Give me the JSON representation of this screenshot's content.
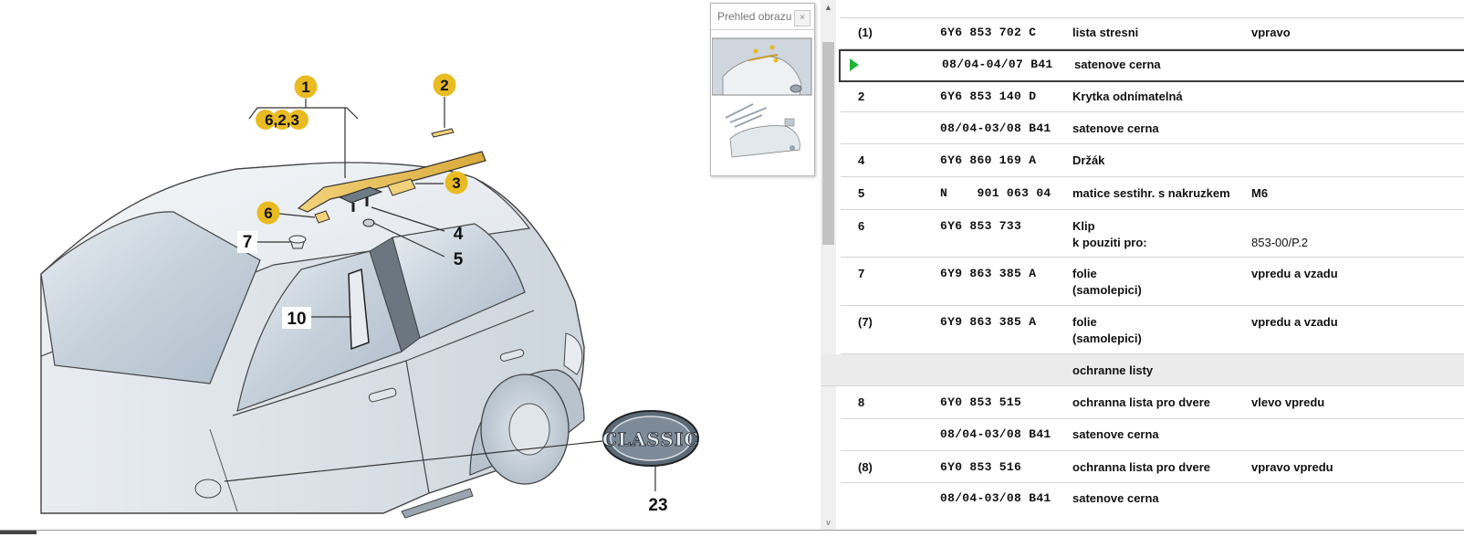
{
  "overview": {
    "title": "Prehled obrazu",
    "close_label": "×"
  },
  "scrollbar": {
    "up_arrow": "▲",
    "down_arrow": "v"
  },
  "diagram": {
    "callouts": [
      "1",
      "2",
      "3",
      "4",
      "5",
      "6",
      "7",
      "10",
      "23"
    ],
    "group_label": "6,2,3",
    "badge_text": "CLASSIC"
  },
  "parts": [
    {
      "pos": "(1)",
      "pn": "6Y6 853 702 C",
      "desc": "lista stresni",
      "desc2": "",
      "note": "vpravo",
      "note2": "",
      "kind": "item"
    },
    {
      "pos": "",
      "pn": "08/04-04/07 B41",
      "desc": "satenove cerna",
      "desc2": "",
      "note": "",
      "note2": "",
      "kind": "selected"
    },
    {
      "pos": "2",
      "pn": "6Y6 853 140 D",
      "desc": "Krytka odnímatelná",
      "desc2": "",
      "note": "",
      "note2": "",
      "kind": "item"
    },
    {
      "pos": "",
      "pn": "08/04-03/08 B41",
      "desc": "satenove cerna",
      "desc2": "",
      "note": "",
      "note2": "",
      "kind": "item"
    },
    {
      "pos": "4",
      "pn": "6Y6 860 169 A",
      "desc": "Držák",
      "desc2": "",
      "note": "",
      "note2": "",
      "kind": "item"
    },
    {
      "pos": "5",
      "pn": "N    901 063 04",
      "desc": "matice sestihr. s nakruzkem",
      "desc2": "",
      "note": "M6",
      "note2": "",
      "kind": "item"
    },
    {
      "pos": "6",
      "pn": "6Y6 853 733",
      "desc": "Klip",
      "desc2": "k pouziti pro:",
      "note": "",
      "note2": "853-00/P.2",
      "kind": "item"
    },
    {
      "pos": "7",
      "pn": "6Y9 863 385 A",
      "desc": "folie",
      "desc2": "(samolepici)",
      "note": "vpredu a vzadu",
      "note2": "",
      "kind": "item"
    },
    {
      "pos": "(7)",
      "pn": "6Y9 863 385 A",
      "desc": "folie",
      "desc2": "(samolepici)",
      "note": "vpredu a vzadu",
      "note2": "",
      "kind": "item"
    },
    {
      "pos": "",
      "pn": "",
      "desc": "ochranne listy",
      "desc2": "",
      "note": "",
      "note2": "",
      "kind": "section"
    },
    {
      "pos": "8",
      "pn": "6Y0 853 515",
      "desc": "ochranna lista pro dvere",
      "desc2": "",
      "note": "vlevo vpredu",
      "note2": "",
      "kind": "item"
    },
    {
      "pos": "",
      "pn": "08/04-03/08 B41",
      "desc": "satenove cerna",
      "desc2": "",
      "note": "",
      "note2": "",
      "kind": "item"
    },
    {
      "pos": "(8)",
      "pn": "6Y0 853 516",
      "desc": "ochranna lista pro dvere",
      "desc2": "",
      "note": "vpravo vpredu",
      "note2": "",
      "kind": "item"
    },
    {
      "pos": "",
      "pn": "08/04-03/08 B41",
      "desc": "satenove cerna",
      "desc2": "",
      "note": "",
      "note2": "",
      "kind": "item"
    }
  ],
  "colors": {
    "callout_yellow": "#e9bb22",
    "marker_green": "#1fb53a",
    "row_selected_border": "#3a3a3a",
    "section_bg": "#ebebeb"
  }
}
